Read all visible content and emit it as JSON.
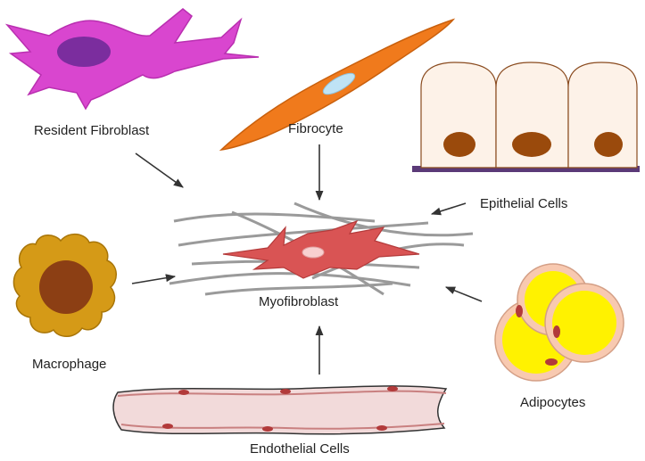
{
  "labels": {
    "resident_fibroblast": "Resident Fibroblast",
    "fibrocyte": "Fibrocyte",
    "epithelial_cells": "Epithelial Cells",
    "myofibroblast": "Myofibroblast",
    "macrophage": "Macrophage",
    "adipocytes": "Adipocytes",
    "endothelial_cells": "Endothelial Cells"
  },
  "colors": {
    "fibroblast_body": "#d946cf",
    "fibroblast_nucleus": "#7b2d9e",
    "fibrocyte_body": "#f07a1c",
    "fibrocyte_nucleus": "#bfe3f5",
    "epithelial_body": "#fdf2e8",
    "epithelial_nucleus": "#9a4a0c",
    "basement_membrane": "#5b3a78",
    "myofibroblast_body": "#d95454",
    "fibers": "#9a9a9a",
    "macrophage_body": "#d59a17",
    "macrophage_nucleus": "#8c3f14",
    "adipocyte_rim": "#f8c9b0",
    "adipocyte_fat": "#fff200",
    "adipocyte_nucleus": "#b23a3a",
    "vessel_body": "#f2dada",
    "vessel_nucleus": "#b23a3a",
    "arrow": "#333333"
  }
}
